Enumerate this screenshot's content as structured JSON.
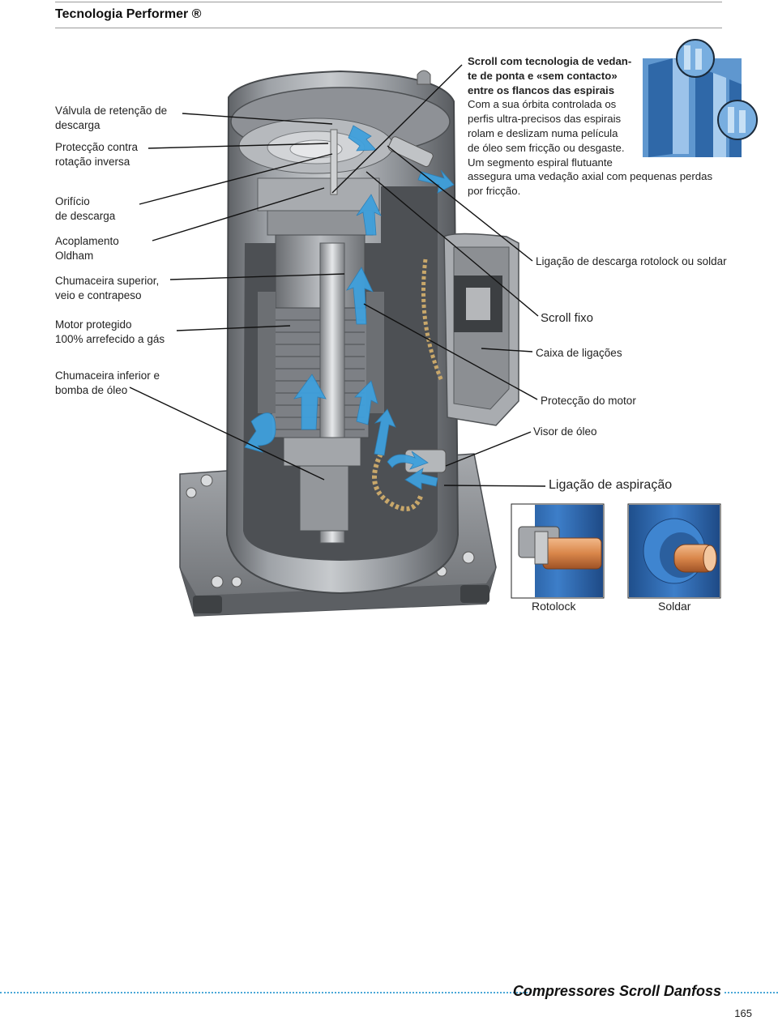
{
  "header": {
    "title": "Tecnologia Performer ®"
  },
  "left_labels": [
    {
      "id": "valvula",
      "lines": [
        "Válvula de retenção de",
        "descarga"
      ]
    },
    {
      "id": "proteccao-rotacao",
      "lines": [
        "Protecção contra",
        "rotação inversa"
      ]
    },
    {
      "id": "orificio",
      "lines": [
        "Orifício",
        "de descarga"
      ]
    },
    {
      "id": "oldham",
      "lines": [
        "Acoplamento",
        "Oldham"
      ]
    },
    {
      "id": "chumaceira-sup",
      "lines": [
        "Chumaceira superior,",
        "veio e contrapeso"
      ]
    },
    {
      "id": "motor",
      "lines": [
        "Motor protegido",
        "100% arrefecido a gás"
      ]
    },
    {
      "id": "chumaceira-inf",
      "lines": [
        "Chumaceira inferior e",
        "bomba de óleo"
      ]
    }
  ],
  "scroll_description": {
    "bold_lines": [
      "Scroll com tecnologia de vedan-",
      "te de ponta e «sem contacto»",
      "entre os flancos das espirais"
    ],
    "lines": [
      "Com a sua órbita controlada os",
      "perfis ultra-precisos das espirais",
      "rolam e deslizam numa película",
      "de óleo sem fricção ou desgaste.",
      "Um segmento espiral flutuante",
      "assegura uma vedação axial com pequenas perdas",
      "por fricção."
    ]
  },
  "right_labels": {
    "ligacao_descarga": "Ligação de descarga rotolock ou soldar",
    "scroll_fixo": "Scroll fixo",
    "caixa_ligacoes": "Caixa de ligações",
    "proteccao_motor": "Protecção do motor",
    "visor_oleo": "Visor de óleo",
    "ligacao_aspiracao": "Ligação de aspiração"
  },
  "insets": {
    "rotolock": "Rotolock",
    "soldar": "Soldar"
  },
  "footer": {
    "title": "Compressores Scroll Danfoss",
    "page_number": "165"
  },
  "colors": {
    "flow_arrow": "#3fa0dc",
    "steel": "#8a8d92",
    "copper": "#d98a4e",
    "accent_dots": "#4aa8d8"
  }
}
